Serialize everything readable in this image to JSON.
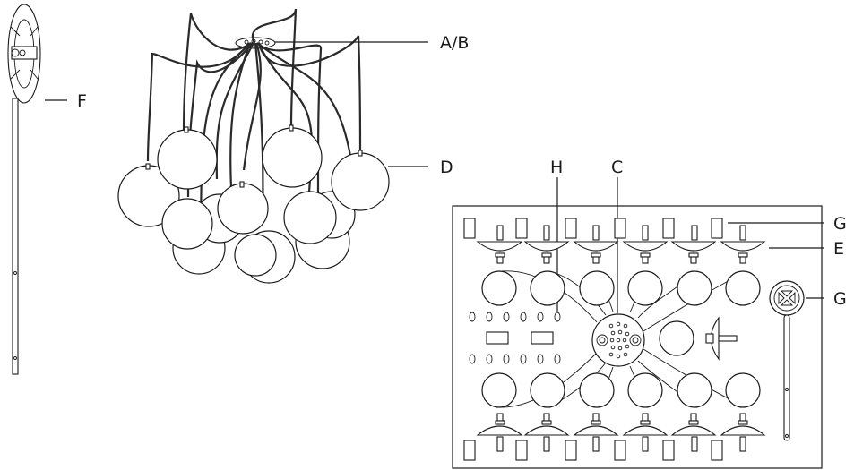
{
  "labels": {
    "ab": "A/B",
    "d": "D",
    "f": "F",
    "h": "H",
    "c": "C",
    "g_top": "G",
    "e": "E",
    "g_side": "G"
  },
  "parts": {
    "globes_top_row": 6,
    "globes_bottom_row": 6,
    "shades_top_row": 6,
    "shades_bottom_row": 6,
    "small_rings_rows": [
      6,
      6
    ]
  }
}
